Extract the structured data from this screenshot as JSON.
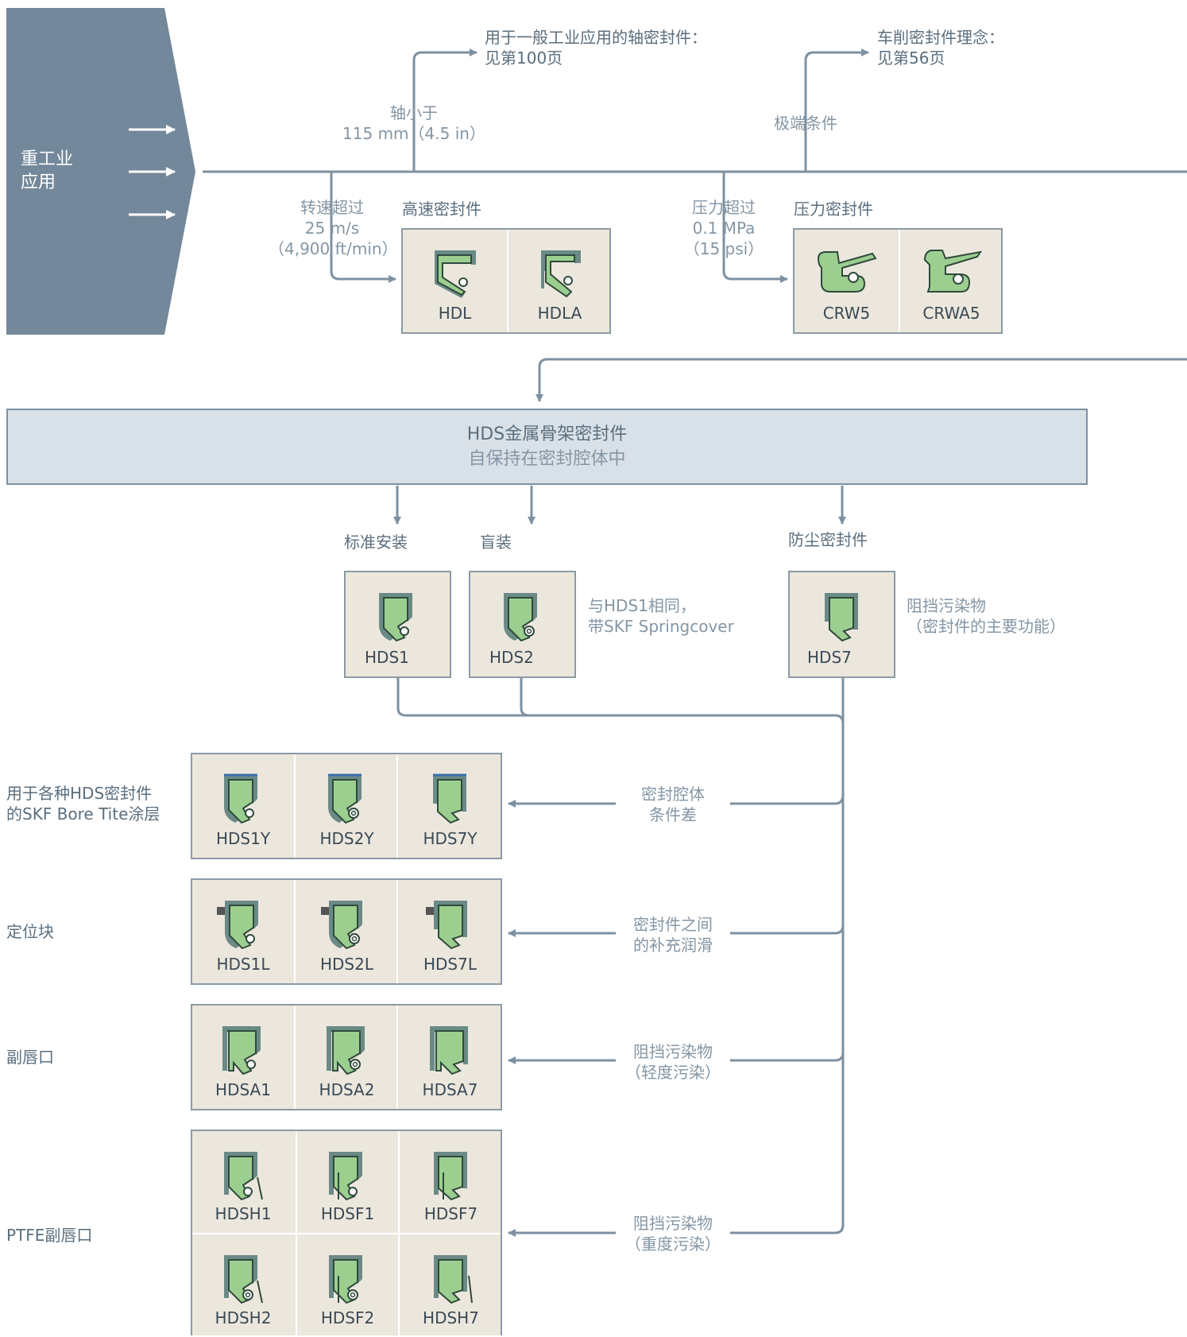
{
  "colors": {
    "slate": "#73889a",
    "line": "#7d91a2",
    "box_bg": "#ece7dd",
    "seal_green": "#9ccf8f",
    "seal_metal": "#6b8a86"
  },
  "source": {
    "title": "重工业\n应用"
  },
  "branches": {
    "general_title": "用于一般工业应用的轴密封件：",
    "general_page": "见第100页",
    "general_condition_line1": "轴小于",
    "general_condition_line2": "115 mm（4.5 in）",
    "turned_title": "车削密封件理念：",
    "turned_page": "见第56页",
    "turned_condition": "极端条件",
    "speed_condition_line1": "转速超过",
    "speed_condition_line2": "25 m/s",
    "speed_condition_line3": "（4,900 ft/min）",
    "pressure_condition_line1": "压力超过",
    "pressure_condition_line2": "0.1 MPa",
    "pressure_condition_line3": "（15 psi）"
  },
  "high_speed": {
    "heading": "高速密封件",
    "items": [
      "HDL",
      "HDLA"
    ]
  },
  "pressure": {
    "heading": "压力密封件",
    "items": [
      "CRW5",
      "CRWA5"
    ]
  },
  "hds_bar": {
    "title": "HDS金属骨架密封件",
    "subtitle": "自保持在密封腔体中"
  },
  "install": {
    "standard": "标准安装",
    "blind": "盲装",
    "dust": "防尘密封件",
    "hds1": "HDS1",
    "hds2": "HDS2",
    "hds7": "HDS7",
    "hds2_note_line1": "与HDS1相同，",
    "hds2_note_line2": "带SKF Springcover",
    "hds7_note_line1": "阻挡污染物",
    "hds7_note_line2": "（密封件的主要功能）"
  },
  "variants": [
    {
      "left_line1": "用于各种HDS密封件",
      "left_line2": "的SKF Bore Tite涂层",
      "cond_line1": "密封腔体",
      "cond_line2": "条件差",
      "items": [
        "HDS1Y",
        "HDS2Y",
        "HDS7Y"
      ]
    },
    {
      "left_line1": "定位块",
      "left_line2": "",
      "cond_line1": "密封件之间",
      "cond_line2": "的补充润滑",
      "items": [
        "HDS1L",
        "HDS2L",
        "HDS7L"
      ]
    },
    {
      "left_line1": "副唇口",
      "left_line2": "",
      "cond_line1": "阻挡污染物",
      "cond_line2": "（轻度污染）",
      "items": [
        "HDSA1",
        "HDSA2",
        "HDSA7"
      ]
    },
    {
      "left_line1": "PTFE副唇口",
      "left_line2": "",
      "cond_line1": "阻挡污染物",
      "cond_line2": "（重度污染）",
      "items": [
        "HDSH1",
        "HDSF1",
        "HDSF7",
        "HDSH2",
        "HDSF2",
        "HDSH7"
      ]
    }
  ]
}
